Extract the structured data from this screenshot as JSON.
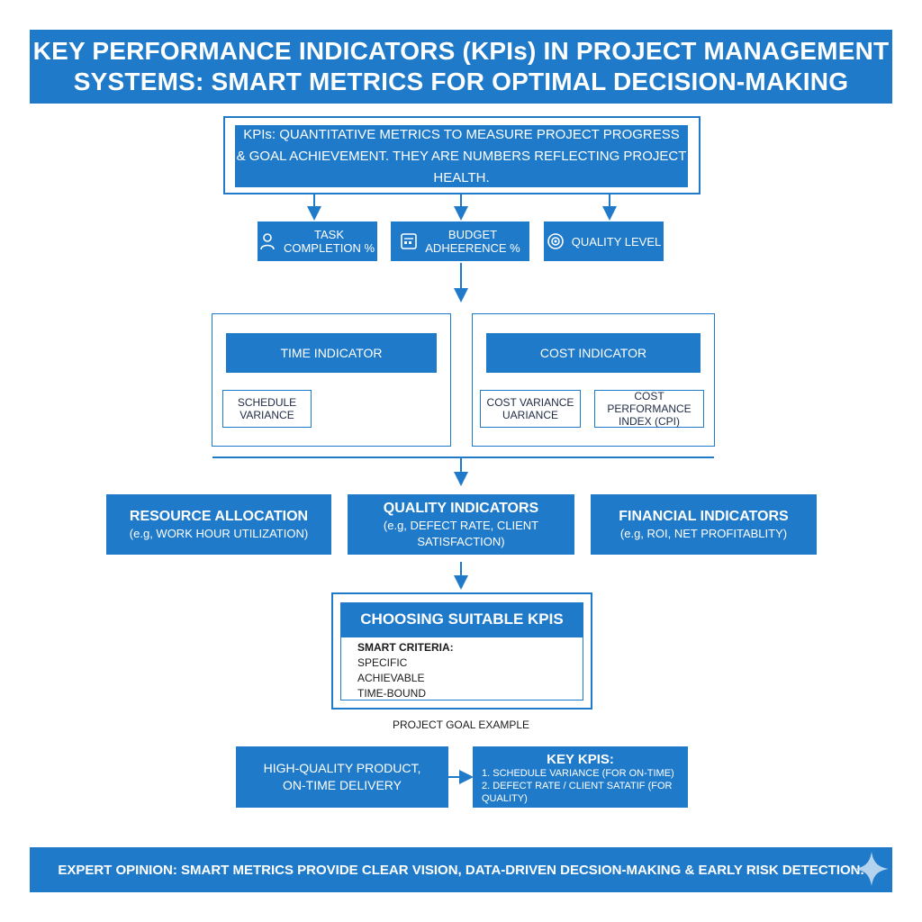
{
  "title": {
    "line1": "KEY PERFORMANCE INDICATORS (KPIs) IN PROJECT MANAGEMENT",
    "line2": "SYSTEMS: SMART METRICS FOR OPTIMAL DECISION-MAKING"
  },
  "definition": {
    "line1": "KPIs: QUANTITATIVE METRICS TO MEASURE PROJECT PROGRESS",
    "line2": "& GOAL ACHIEVEMENT. THEY ARE NUMBERS REFLECTING PROJECT HEALTH."
  },
  "kpi_cards": [
    {
      "line1": "TASK",
      "line2": "COMPLETION %",
      "icon": "person-check-icon"
    },
    {
      "line1": "BUDGET",
      "line2": "ADHEERENCE %",
      "icon": "budget-calculator-icon"
    },
    {
      "line1": "QUALITY LEVEL",
      "line2": "",
      "icon": "quality-target-icon"
    }
  ],
  "time_panel": {
    "header": "TIME INDICATOR",
    "items": [
      {
        "line1": "SCHEDULE",
        "line2": "VARIANCE"
      }
    ]
  },
  "cost_panel": {
    "header": "COST INDICATOR",
    "items": [
      {
        "line1": "COST VARIANCE",
        "line2": "UARIANCE"
      },
      {
        "line1": "COST PERFORMANCE",
        "line2": "INDEX (CPI)"
      }
    ]
  },
  "categories": [
    {
      "title": "RESOURCE ALLOCATION",
      "example": "(e.g, WORK HOUR UTILIZATION)"
    },
    {
      "title": "QUALITY INDICATORS",
      "example": "(e.g, DEFECT RATE, CLIENT SATISFACTION)"
    },
    {
      "title": "FINANCIAL INDICATORS",
      "example": "(e.g, ROI, NET PROFITABLITY)"
    }
  ],
  "choosing": {
    "header": "CHOOSING SUITABLE KPIS",
    "criteria_title": "SMART CRITERIA:",
    "criteria": [
      "SPECIFIC",
      "ACHIEVABLE",
      "TIME-BOUND"
    ]
  },
  "goal_example": {
    "label": "PROJECT GOAL EXAMPLE",
    "goal_line1": "HIGH-QUALITY PRODUCT,",
    "goal_line2": "ON-TIME DELIVERY",
    "key_header": "KEY KPIS:",
    "key_items": [
      "1. SCHEDULE VARIANCE (FOR ON-TIME)",
      "2. DEFECT RATE / CLIENT SATATIF (FOR QUALITY)"
    ]
  },
  "footer": "EXPERT OPINION: SMART METRICS PROVIDE CLEAR VISION, DATA-DRIVEN DECSION-MAKING & EARLY RISK DETECTION.",
  "colors": {
    "primary": "#1f7ac9",
    "text": "#1f2a44",
    "background": "#ffffff"
  }
}
